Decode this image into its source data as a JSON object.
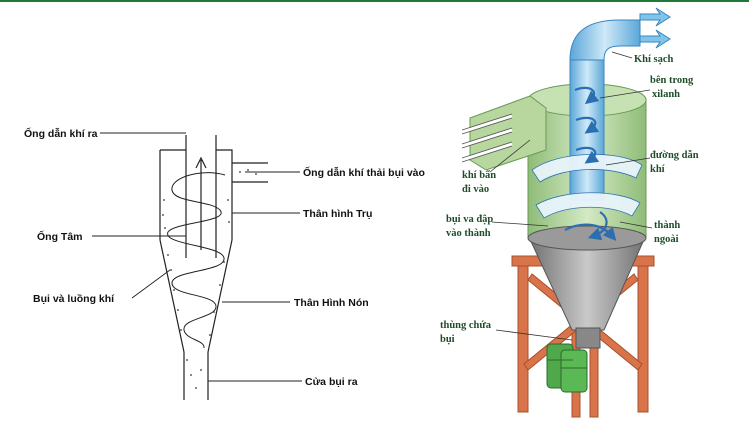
{
  "left_labels": {
    "gas_outlet_pipe": "Ống dẫn khí ra",
    "dusty_gas_inlet": "Ống dẫn khí thải bụi vào",
    "cylinder_body": "Thân hình Trụ",
    "center_tube": "Ống Tâm",
    "dust_and_airflow": "Bụi và luồng khí",
    "cone_body": "Thân Hình Nón",
    "dust_outlet": "Cửa bụi ra"
  },
  "right_labels": {
    "clean_air": "Khí sạch",
    "inner_cylinder_line1": "bên trong",
    "inner_cylinder_line2": "xilanh",
    "guide_path_line1": "đường dẫn",
    "guide_path_line2": "khí",
    "dirty_air_line1": "khí bẩn",
    "dirty_air_line2": "đi vào",
    "dust_hits_wall_line1": "bụi va đập",
    "dust_hits_wall_line2": "vào thành",
    "outer_wall_line1": "thành",
    "outer_wall_line2": "ngoài",
    "dust_bin_line1": "thùng chứa",
    "dust_bin_line2": "bụi"
  },
  "colors": {
    "top_bar": "#1f7a3a",
    "label_green": "#1f4d2a",
    "steel_orange": "#d9744a",
    "airflow_blue": "#7fc4ea",
    "body_green": "#a9cf8f"
  }
}
